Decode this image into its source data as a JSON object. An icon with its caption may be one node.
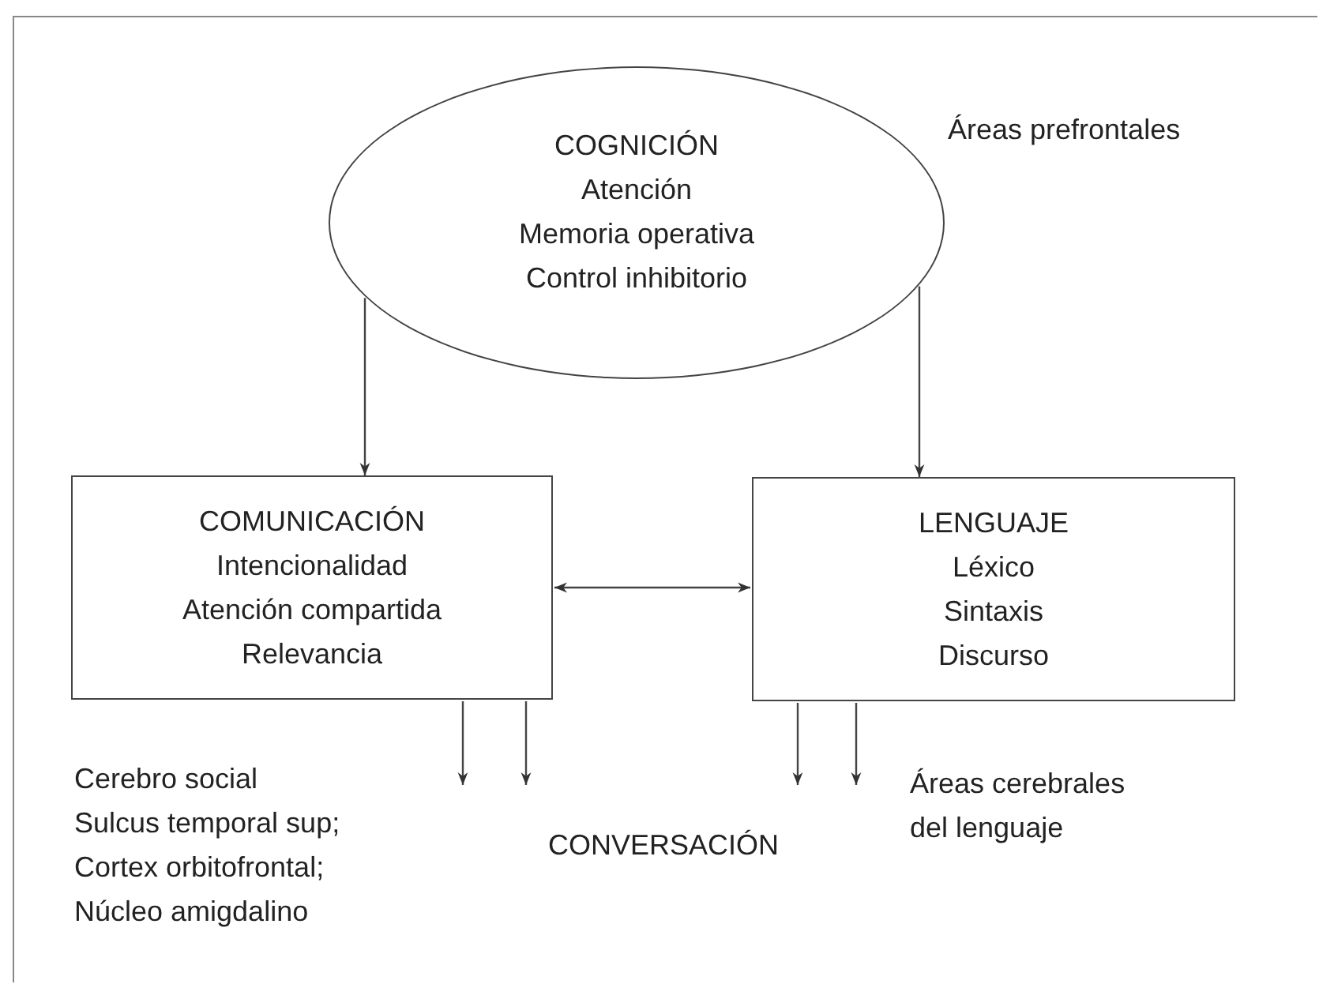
{
  "diagram": {
    "nodes": [
      {
        "text": [
          "COGNICIÓN",
          "Atención",
          "Memoria operativa",
          "Control inhibitorio"
        ],
        "beside": [
          "Áreas prefrontales"
        ]
      },
      {
        "text": [
          "COMUNICACIÓN",
          "Intencionalidad",
          "Atención compartida",
          "Relevancia"
        ]
      },
      {
        "text": [
          "LENGUAJE",
          "Léxico",
          "Sintaxis",
          "Discurso"
        ]
      },
      {
        "text": [
          "CONVERSACIÓN"
        ]
      }
    ],
    "edges": [
      {
        "from": 0,
        "to": 1,
        "arrow": "to"
      },
      {
        "from": 0,
        "to": 2,
        "arrow": "to"
      },
      {
        "from": 1,
        "to": 2,
        "arrow": "both"
      },
      {
        "from": 1,
        "to": 3,
        "arrow": "to"
      },
      {
        "from": 1,
        "to": 3,
        "arrow": "to"
      },
      {
        "from": 2,
        "to": 3,
        "arrow": "to"
      },
      {
        "from": 2,
        "to": 3,
        "arrow": "to"
      }
    ],
    "labels": [
      "Cerebro social",
      "Sulcus temporal sup;",
      "Cortex orbitofrontal;",
      "Núcleo amigdalino",
      "Áreas cerebrales del lenguaje"
    ]
  }
}
